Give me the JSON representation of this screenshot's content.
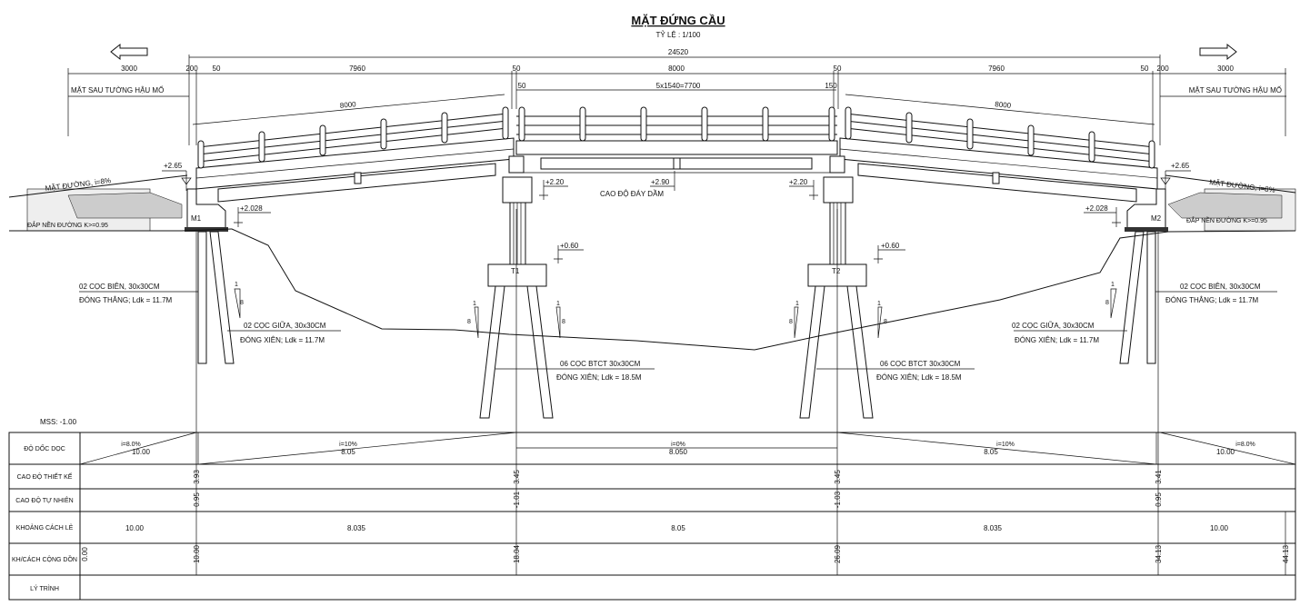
{
  "title": "MẶT ĐỨNG CẦU",
  "scale": "TỶ LỆ : 1/100",
  "dims": {
    "overall": "24520",
    "top": [
      "3000",
      "200",
      "50",
      "7960",
      "50",
      "8000",
      "50",
      "7960",
      "50",
      "200",
      "3000"
    ],
    "second": [
      "50",
      "5x1540=7700",
      "150"
    ],
    "span_left": "8000",
    "span_right": "8000",
    "abut_back_left": "MẶT SAU TƯỜNG HẬU MỐ",
    "abut_back_right": "MẶT SAU TƯỜNG HẬU MỐ"
  },
  "elevations": {
    "left_road": "+2.65",
    "right_road": "+2.65",
    "left_seat": "+2.028",
    "right_seat": "+2.028",
    "pier1_cap": "+2.20",
    "pier2_cap": "+2.20",
    "girder_bottom": "+2.90",
    "girder_bottom_label": "CAO ĐỘ ĐÁY DẦM",
    "pier1_footing": "+0.60",
    "pier2_footing": "+0.60"
  },
  "road": {
    "left_surface": "MẶT ĐƯỜNG, i=8%",
    "right_surface": "MẶT ĐƯỜNG, i=8%",
    "left_fill": "ĐẮP NỀN ĐƯỜNG K>=0.95",
    "right_fill": "ĐẮP NỀN ĐƯỜNG K>=0.95"
  },
  "supports": {
    "m1": "M1",
    "m2": "M2",
    "t1": "T1",
    "t2": "T2"
  },
  "slope": {
    "rise": "1",
    "run": "8"
  },
  "piles": {
    "left_edge": [
      "02 CỌC BIÊN, 30x30CM",
      "ĐÓNG THẲNG; Ldk = 11.7M"
    ],
    "left_mid": [
      "02 CỌC GIỮA, 30x30CM",
      "ĐÓNG XIÊN; Ldk = 11.7M"
    ],
    "pier1": [
      "06 CỌC BTCT 30x30CM",
      "ĐÓNG XIÊN; Ldk = 18.5M"
    ],
    "pier2": [
      "06 CỌC BTCT 30x30CM",
      "ĐÓNG XIÊN; Ldk = 18.5M"
    ],
    "right_edge": [
      "02 CỌC BIÊN, 30x30CM",
      "ĐÓNG THẲNG; Ldk = 11.7M"
    ],
    "right_mid": [
      "02 CỌC GIỮA, 30x30CM",
      "ĐÓNG XIÊN; Ldk = 11.7M"
    ]
  },
  "mss": "MSS: -1.00",
  "table": {
    "rows": [
      "ĐỘ DỐC DỌC",
      "CAO ĐỘ THIẾT KẾ",
      "CAO ĐỘ TỰ NHIÊN",
      "KHOẢNG CÁCH LẺ",
      "KH/CÁCH CỘNG DỒN",
      "LÝ TRÌNH"
    ],
    "grades": [
      {
        "i": "i=8.0%",
        "len": "10.00"
      },
      {
        "i": "i=10%",
        "len": "8.05"
      },
      {
        "i": "i=0%",
        "len": "8.050"
      },
      {
        "i": "i=10%",
        "len": "8.05"
      },
      {
        "i": "i=8.0%",
        "len": "10.00"
      }
    ],
    "design_elev": [
      "3.93",
      "3.45",
      "3.45",
      "3.41"
    ],
    "natural_elev": [
      "0.95",
      "-1.01",
      "-1.03",
      "0.95"
    ],
    "distances": [
      "10.00",
      "8.035",
      "8.05",
      "8.035",
      "10.00"
    ],
    "cumulative": [
      "0.00",
      "10.00",
      "18.04",
      "26.09",
      "34.13",
      "44.13"
    ]
  }
}
